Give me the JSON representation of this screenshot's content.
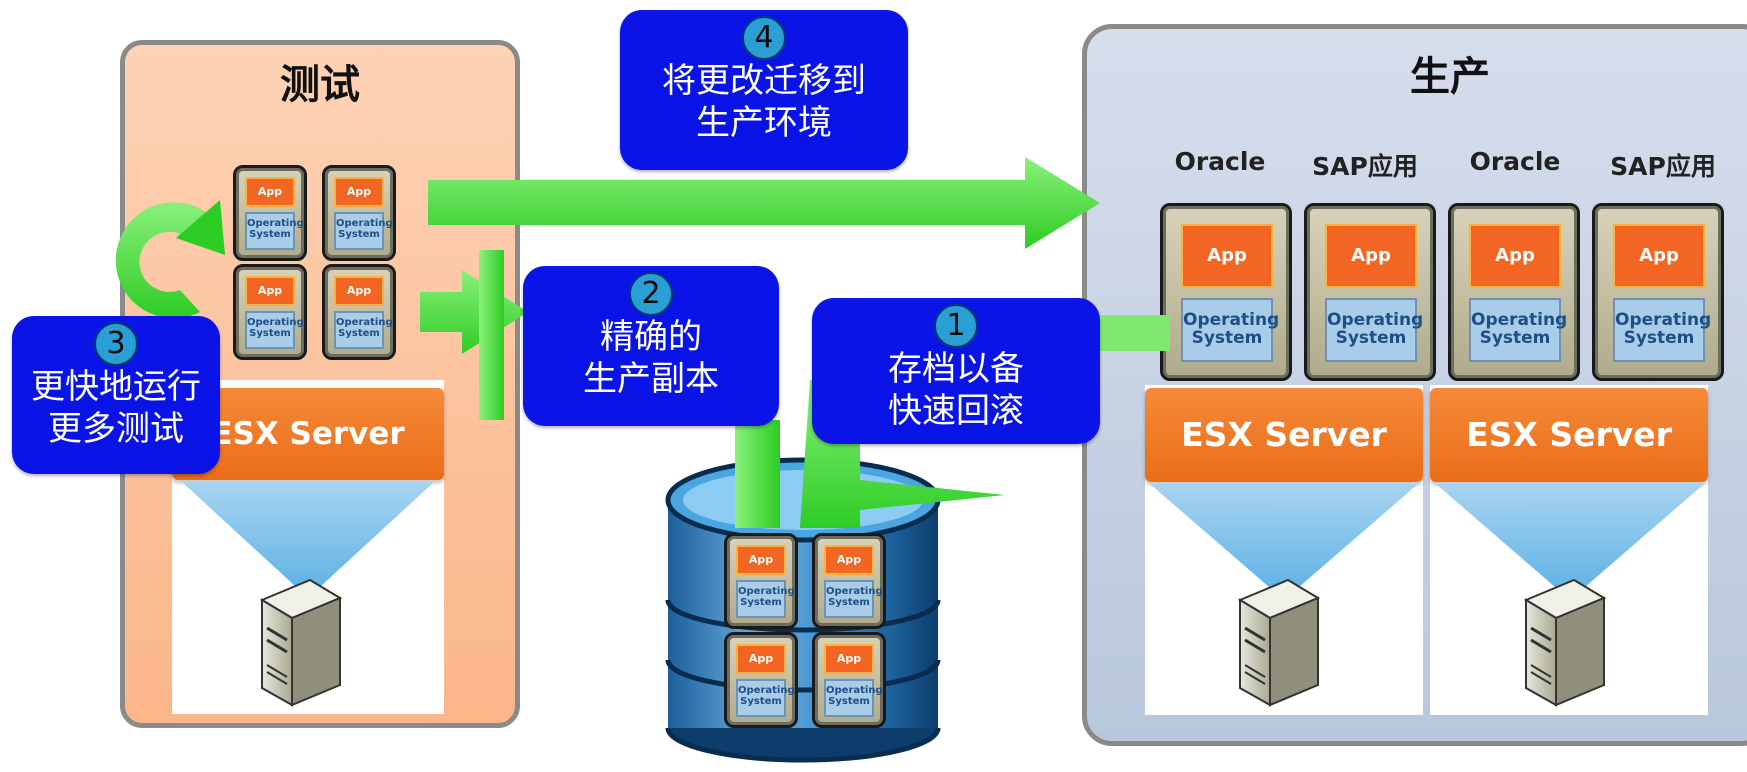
{
  "panels": {
    "test": {
      "title": "测试"
    },
    "production": {
      "title": "生产",
      "columns": [
        "Oracle",
        "SAP应用",
        "Oracle",
        "SAP应用"
      ]
    }
  },
  "vm": {
    "app_label": "App",
    "os_label_line1": "Operating",
    "os_label_line2": "System"
  },
  "esx_label": "ESX Server",
  "callouts": [
    {
      "number": "1",
      "line1": "存档以备",
      "line2": "快速回滚"
    },
    {
      "number": "2",
      "line1": "精确的",
      "line2": "生产副本"
    },
    {
      "number": "3",
      "line1": "更快地运行",
      "line2": "更多测试"
    },
    {
      "number": "4",
      "line1": "将更改迁移到",
      "line2": "生产环境"
    }
  ],
  "colors": {
    "callout_bg": "#0a14e6",
    "number_badge": "#2a9fd6",
    "arrow_green": "#4ddc3a",
    "test_panel": "#fbb689",
    "prod_panel": "#c4d0e4",
    "app_orange": "#f26522",
    "os_blue": "#a9cce8",
    "esx_orange": "#f07a22"
  },
  "icons": [
    "refresh-cycle-icon",
    "server-tower-icon",
    "database-cylinder-icon"
  ]
}
